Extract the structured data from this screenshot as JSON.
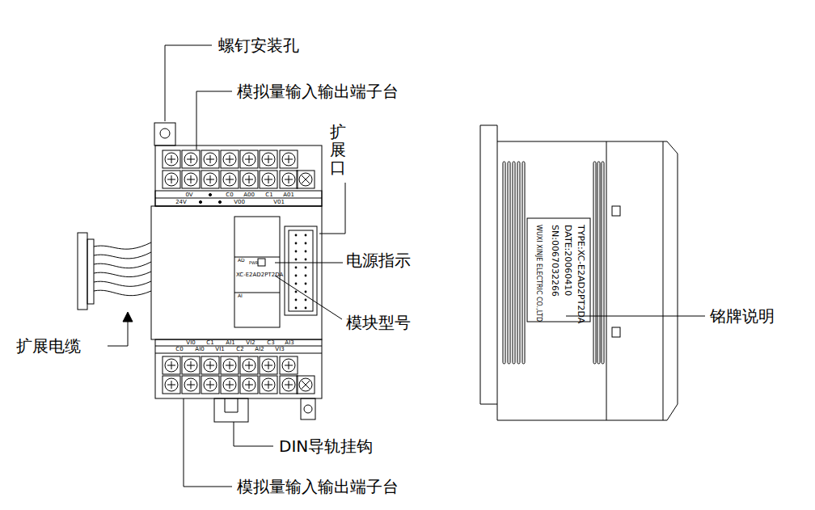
{
  "diagram": {
    "labels": [
      "螺钉安装孔",
      "模拟量输入输出端子台",
      "扩展口",
      "电源指示",
      "模块型号",
      "扩展电缆",
      "DIN导轨挂钩",
      "模拟量输入输出端子台",
      "铭牌说明",
      "0V",
      "C0",
      "A00",
      "C1",
      "A01",
      "24V",
      "V00",
      "V01",
      "VI0",
      "C1",
      "AI1",
      "VI2",
      "C3",
      "AI3",
      "C0",
      "AI0",
      "VI1",
      "C2",
      "AI2",
      "VI3",
      "AD",
      "PWR",
      "XC-E2AD2PT2DA",
      "AI",
      "TYPE:XC-E2AD2PT2DA",
      "DATE:20060410",
      "SN:0067032266",
      "WUXI XINJE ELECTRIC CO.,LTD"
    ]
  }
}
